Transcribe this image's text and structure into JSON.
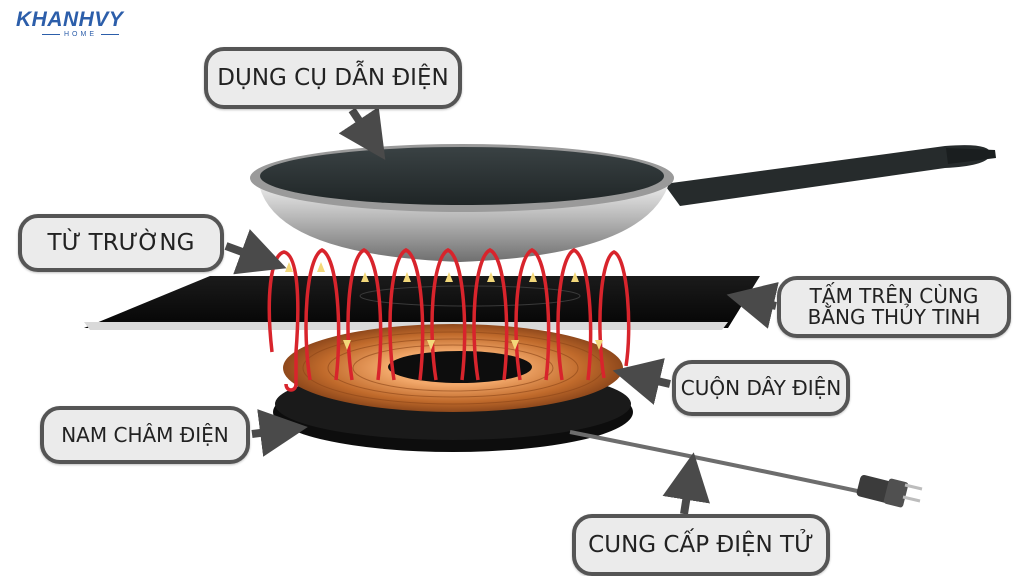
{
  "brand": {
    "name": "KHANHVY",
    "tagline": "HOME"
  },
  "labels": {
    "cookware": "DỤNG CỤ DẪN ĐIỆN",
    "magnetic_field": "TỪ TRƯỜNG",
    "glass_top_line1": "TẤM TRÊN CÙNG",
    "glass_top_line2": "BẰNG THỦY TINH",
    "coil": "CUỘN DÂY ĐIỆN",
    "electromagnet": "NAM CHÂM ĐIỆN",
    "power_supply": "CUNG CẤP ĐIỆN TỬ"
  },
  "colors": {
    "brand_blue": "#2c5eaa",
    "label_bg": "#ebebeb",
    "label_border": "#555555",
    "arrow": "#4a4a4a",
    "field_line": "#d8242c",
    "coil_copper": "#c46a2c"
  }
}
